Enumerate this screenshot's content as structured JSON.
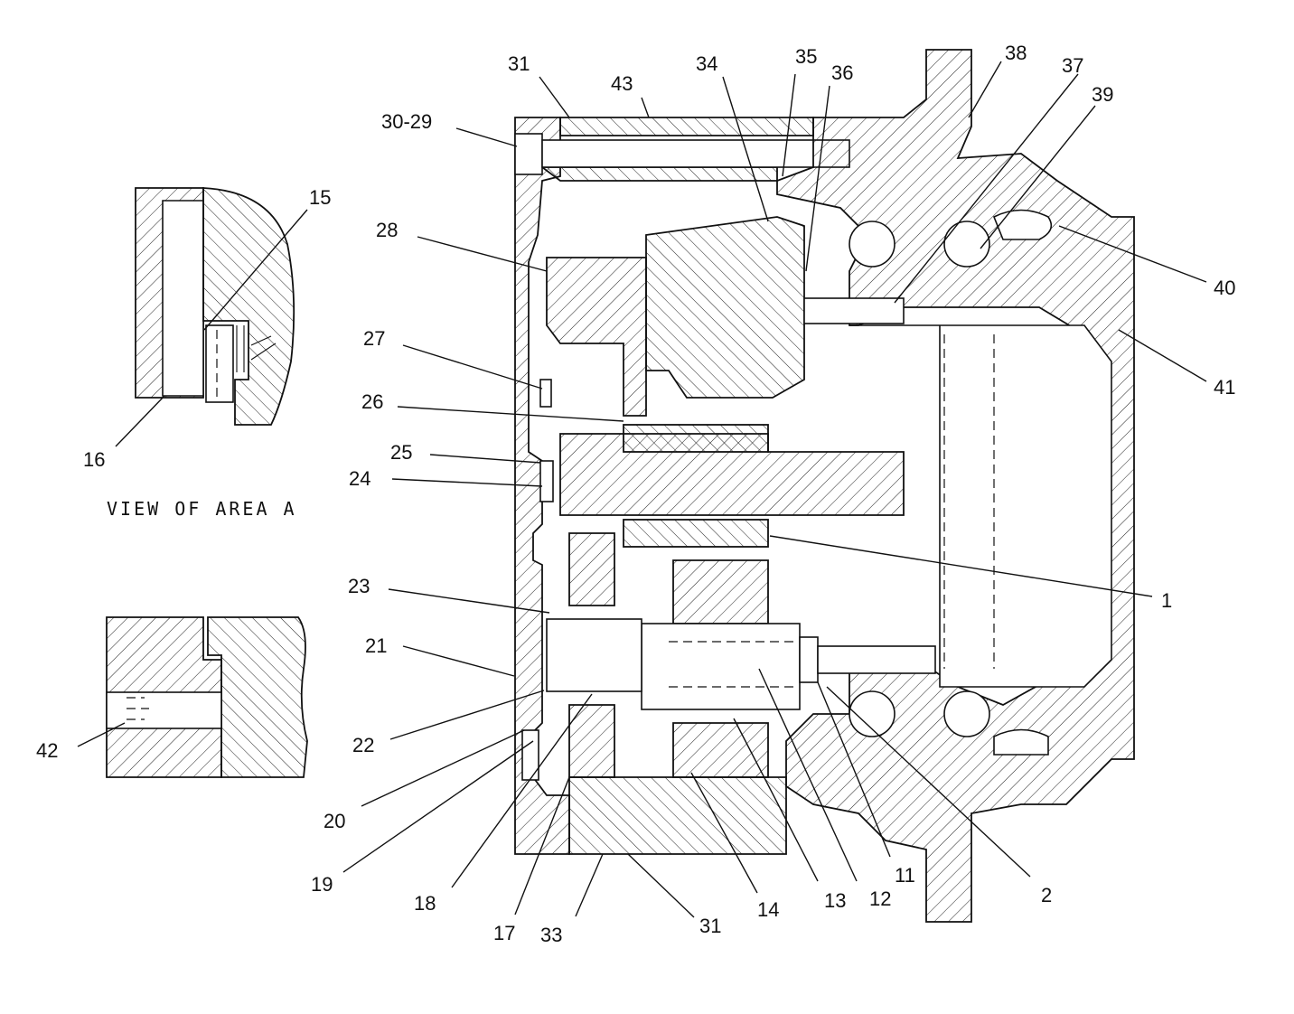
{
  "figure": {
    "view_caption": "VIEW OF AREA A",
    "callouts": [
      {
        "id": "c31a",
        "label": "31"
      },
      {
        "id": "c43",
        "label": "43"
      },
      {
        "id": "c34",
        "label": "34"
      },
      {
        "id": "c35",
        "label": "35"
      },
      {
        "id": "c36",
        "label": "36"
      },
      {
        "id": "c38",
        "label": "38"
      },
      {
        "id": "c37",
        "label": "37"
      },
      {
        "id": "c39",
        "label": "39"
      },
      {
        "id": "c3029",
        "label": "30-29"
      },
      {
        "id": "c15",
        "label": "15"
      },
      {
        "id": "c28",
        "label": "28"
      },
      {
        "id": "c40",
        "label": "40"
      },
      {
        "id": "c27",
        "label": "27"
      },
      {
        "id": "c41",
        "label": "41"
      },
      {
        "id": "c26",
        "label": "26"
      },
      {
        "id": "c16",
        "label": "16"
      },
      {
        "id": "c25",
        "label": "25"
      },
      {
        "id": "c24",
        "label": "24"
      },
      {
        "id": "c1",
        "label": "1"
      },
      {
        "id": "c23",
        "label": "23"
      },
      {
        "id": "c21",
        "label": "21"
      },
      {
        "id": "c42",
        "label": "42"
      },
      {
        "id": "c22",
        "label": "22"
      },
      {
        "id": "c20",
        "label": "20"
      },
      {
        "id": "c19",
        "label": "19"
      },
      {
        "id": "c11",
        "label": "11"
      },
      {
        "id": "c2",
        "label": "2"
      },
      {
        "id": "c18",
        "label": "18"
      },
      {
        "id": "c13",
        "label": "13"
      },
      {
        "id": "c12",
        "label": "12"
      },
      {
        "id": "c14",
        "label": "14"
      },
      {
        "id": "c17",
        "label": "17"
      },
      {
        "id": "c33",
        "label": "33"
      },
      {
        "id": "c31b",
        "label": "31"
      }
    ]
  }
}
